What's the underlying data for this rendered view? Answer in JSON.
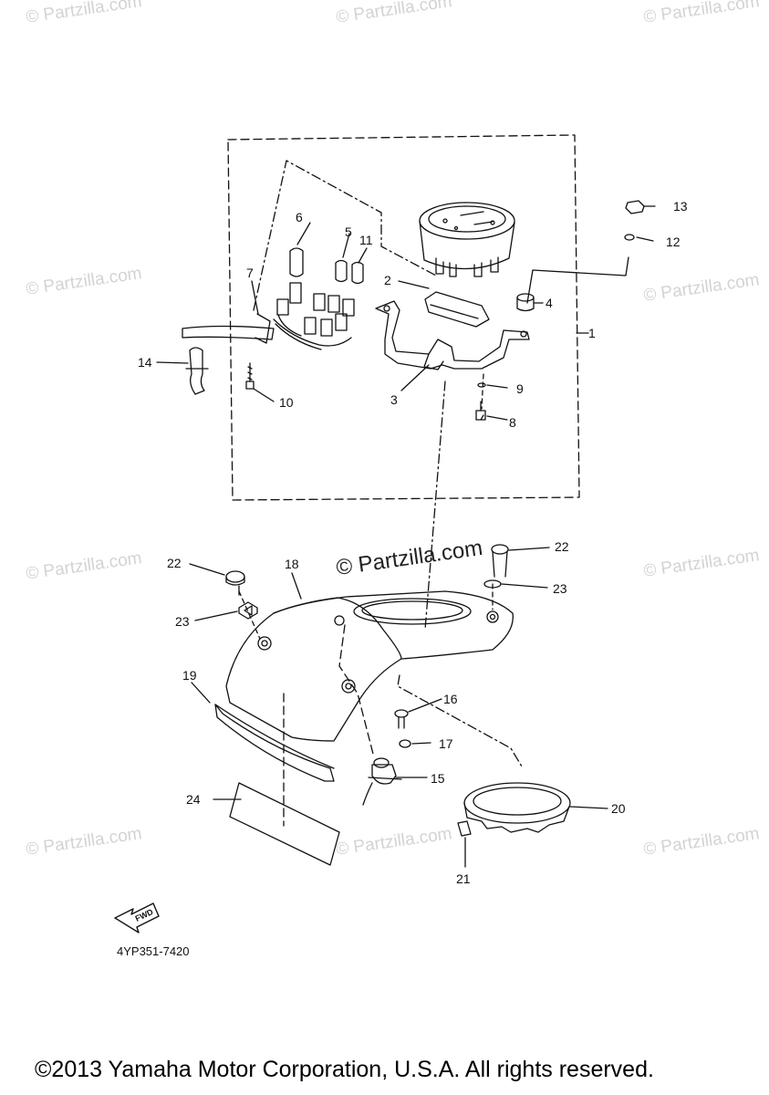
{
  "watermark_text": "© Partzilla.com",
  "center_watermark": "© Partzilla.com",
  "diagram_code": "4YP351-7420",
  "fwd_label": "FWD",
  "copyright": "©2013 Yamaha Motor Corporation, U.S.A. All rights reserved.",
  "callouts": [
    "1",
    "2",
    "3",
    "4",
    "5",
    "6",
    "7",
    "8",
    "9",
    "10",
    "11",
    "12",
    "13",
    "14",
    "15",
    "16",
    "17",
    "18",
    "19",
    "20",
    "21",
    "22",
    "22",
    "23",
    "23",
    "24"
  ]
}
